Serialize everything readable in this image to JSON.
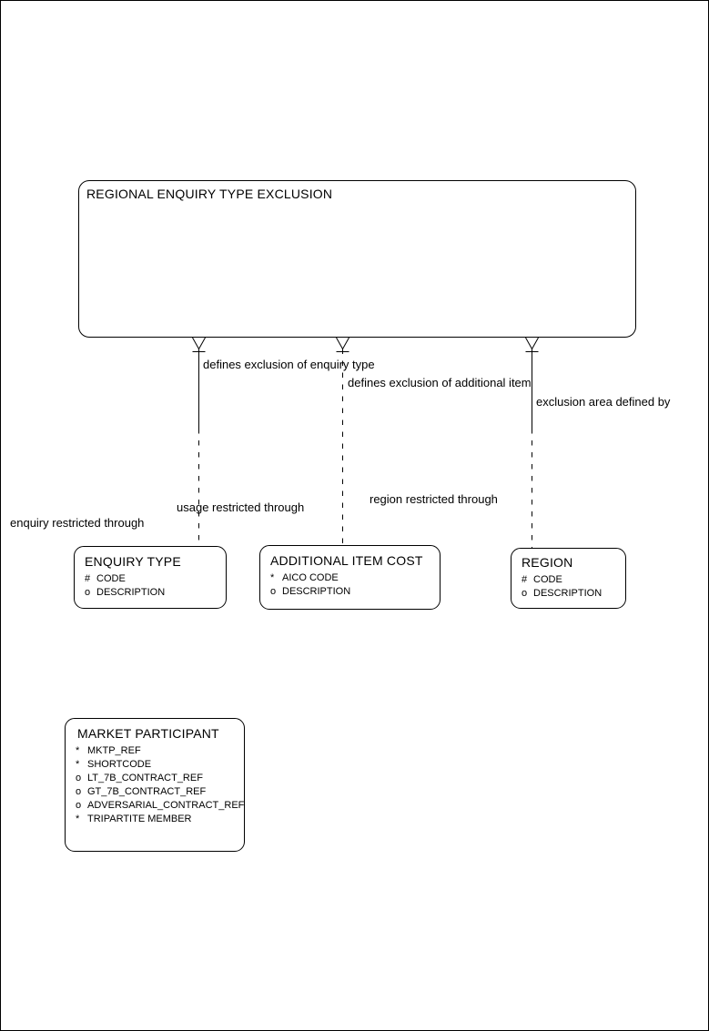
{
  "colors": {
    "background": "#ffffff",
    "line": "#000000",
    "text": "#000000"
  },
  "entities": {
    "regional_enquiry_type_exclusion": {
      "title": "REGIONAL ENQUIRY TYPE EXCLUSION",
      "attributes": []
    },
    "enquiry_type": {
      "title": "ENQUIRY TYPE",
      "attributes": [
        {
          "marker": "#",
          "name": "CODE"
        },
        {
          "marker": "o",
          "name": "DESCRIPTION"
        }
      ]
    },
    "additional_item_cost": {
      "title": "ADDITIONAL ITEM COST",
      "attributes": [
        {
          "marker": "*",
          "name": "AICO CODE"
        },
        {
          "marker": "o",
          "name": "DESCRIPTION"
        }
      ]
    },
    "region": {
      "title": "REGION",
      "attributes": [
        {
          "marker": "#",
          "name": "CODE"
        },
        {
          "marker": "o",
          "name": "DESCRIPTION"
        }
      ]
    },
    "market_participant": {
      "title": "MARKET PARTICIPANT",
      "attributes": [
        {
          "marker": "*",
          "name": "MKTP_REF"
        },
        {
          "marker": "*",
          "name": "SHORTCODE"
        },
        {
          "marker": "o",
          "name": "LT_7B_CONTRACT_REF"
        },
        {
          "marker": "o",
          "name": "GT_7B_CONTRACT_REF"
        },
        {
          "marker": "o",
          "name": "ADVERSARIAL_CONTRACT_REF"
        },
        {
          "marker": "*",
          "name": "TRIPARTITE MEMBER"
        }
      ]
    }
  },
  "relationships": [
    {
      "from": "REGIONAL ENQUIRY TYPE EXCLUSION",
      "to": "ENQUIRY TYPE",
      "near_label": "defines exclusion of enquiry type",
      "far_label": "enquiry restricted through",
      "top_half_style": "solid",
      "bottom_half_style": "dashed",
      "crow_foot_end": "regional_enquiry_type_exclusion"
    },
    {
      "from": "REGIONAL ENQUIRY TYPE EXCLUSION",
      "to": "ADDITIONAL ITEM COST",
      "near_label": "defines exclusion of additional item",
      "far_label": "usage restricted through",
      "top_half_style": "dashed",
      "bottom_half_style": "dashed",
      "crow_foot_end": "regional_enquiry_type_exclusion"
    },
    {
      "from": "REGIONAL ENQUIRY TYPE EXCLUSION",
      "to": "REGION",
      "near_label": "exclusion area defined by",
      "far_label": "region restricted through",
      "top_half_style": "solid",
      "bottom_half_style": "dashed",
      "crow_foot_end": "regional_enquiry_type_exclusion"
    }
  ]
}
